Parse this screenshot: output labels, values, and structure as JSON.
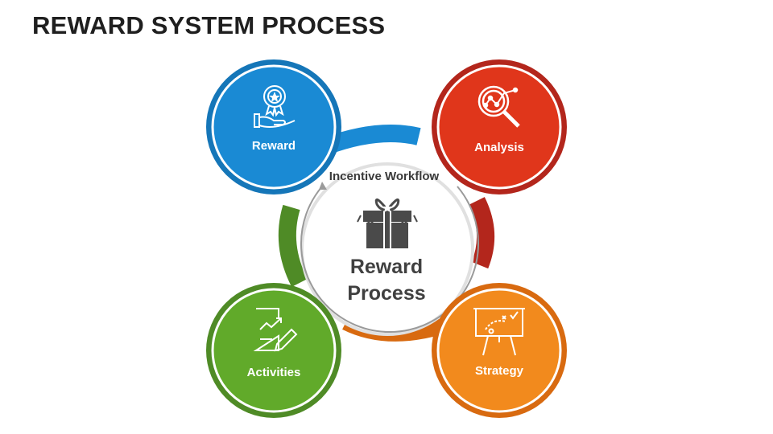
{
  "title": "REWARD SYSTEM PROCESS",
  "center": {
    "subtitle": "Incentive Workflow",
    "title_line1": "Reward",
    "title_line2": "Process"
  },
  "nodes": [
    {
      "label": "Reward",
      "icon": "award-hand-icon",
      "color": "#1a8ad4"
    },
    {
      "label": "Analysis",
      "icon": "magnifier-chart-icon",
      "color": "#e0361b"
    },
    {
      "label": "Activities",
      "icon": "document-pencil-icon",
      "color": "#61aa2a"
    },
    {
      "label": "Strategy",
      "icon": "strategy-board-icon",
      "color": "#f28a1d"
    }
  ],
  "connector_colors": {
    "top": "#1a8ad4",
    "right": "#b3261c",
    "bottom": "#d86a10",
    "left": "#4f8b26"
  }
}
